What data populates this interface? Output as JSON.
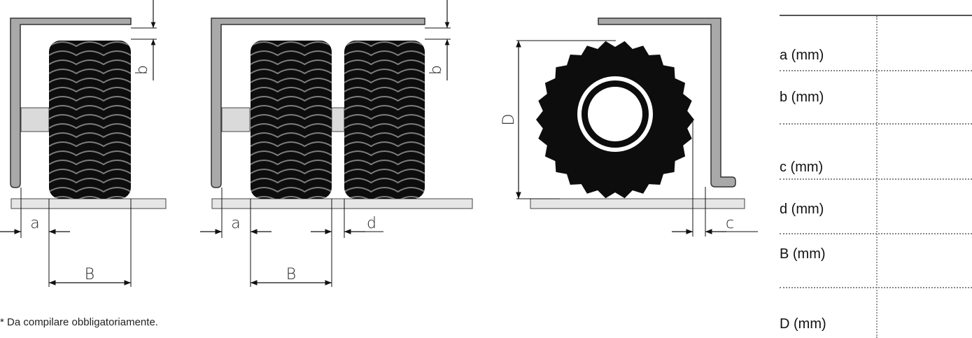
{
  "diagram": {
    "labels": {
      "a_left": "a",
      "B_left": "B",
      "b_left": "b",
      "a_mid": "a",
      "B_mid": "B",
      "d_mid": "d",
      "b_mid": "b",
      "D": "D",
      "c": "c"
    }
  },
  "footnote": "* Da compilare obbligatoriamente.",
  "table": {
    "rows": [
      "a (mm)",
      "b (mm)",
      "c (mm)",
      "d (mm)",
      "B (mm)",
      "D (mm)"
    ]
  },
  "colors": {
    "frame_fill": "#a9a9a9",
    "floor_fill": "#e6e6e6",
    "tyre": "#0d0d0d",
    "groove": "#7d7d7d"
  }
}
